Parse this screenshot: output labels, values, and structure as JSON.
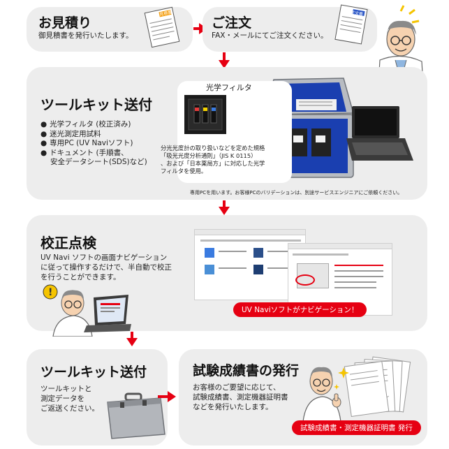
{
  "step1": {
    "title": "お見積り",
    "desc": "御見積書を発行いたします。",
    "doc_label": "見積書"
  },
  "step2": {
    "title": "ご注文",
    "desc": "FAX・メールにてご注文ください。",
    "doc_label": "注文書"
  },
  "step3": {
    "title": "ツールキット送付",
    "bullets": [
      "光学フィルタ (校正済み)",
      "迷光測定用試料",
      "専用PC (UV Naviソフト)",
      "ドキュメント (手順書、"
    ],
    "bullet_cont": "安全データシート(SDS)など)",
    "filter_title": "光学フィルタ",
    "filter_desc": [
      "分光光度計の取り扱いなどを定めた規格",
      "「吸光光度分析通則」（JIS K 0115）",
      "、および「日本薬局方」に対応した光学",
      "フィルタを使用。"
    ],
    "note": "専用PCを用います。お客様PCのバリデーションは、別途サービスエンジニアにご依頼ください。"
  },
  "step4": {
    "title": "校正点検",
    "desc": [
      "UV Navi ソフトの画面ナビゲーション",
      "に従って操作するだけで、半自動で校正",
      "を行うことができます。"
    ],
    "badge": "UV Naviソフトがナビゲーション！"
  },
  "step5": {
    "title": "ツールキット送付",
    "desc": [
      "ツールキットと",
      "測定データを",
      "ご返送ください。"
    ]
  },
  "step6": {
    "title": "試験成績書の発行",
    "desc": [
      "お客様のご要望に応じて、",
      "試験成績書、測定機器証明書",
      "などを発行いたします。"
    ],
    "badge": "試験成績書・測定機器証明書 発行"
  },
  "colors": {
    "accent": "#e60012",
    "panel": "#ededed",
    "case_blue": "#1a3fb0"
  }
}
